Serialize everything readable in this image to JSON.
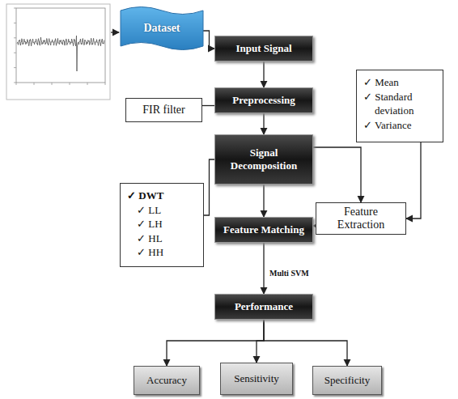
{
  "diagram": {
    "nodes": [
      {
        "text": [
          "Dataset"
        ]
      },
      {
        "text": [
          "Input Signal"
        ]
      },
      {
        "text": [
          "Preprocessing"
        ]
      },
      {
        "text": [
          "FIR filter"
        ]
      },
      {
        "text": [
          "✓ Mean",
          "✓ Standard deviation",
          "✓ Variance"
        ]
      },
      {
        "text": [
          "Signal Decomposition"
        ]
      },
      {
        "text": [
          "✓ DWT",
          "✓ LL",
          "✓ LH",
          "✓ HL",
          "✓ HH"
        ]
      },
      {
        "text": [
          "Feature Extraction"
        ]
      },
      {
        "text": [
          "Feature Matching"
        ]
      },
      {
        "text": [
          "Performance"
        ]
      },
      {
        "text": [
          "Accuracy"
        ]
      },
      {
        "text": [
          "Sensitivity"
        ]
      },
      {
        "text": [
          "Specificity"
        ]
      }
    ],
    "edges": [
      {
        "from": 0,
        "to": 1,
        "arrow": "to"
      },
      {
        "from": 1,
        "to": 2,
        "arrow": "to"
      },
      {
        "from": 3,
        "to": 2,
        "arrow": "none"
      },
      {
        "from": 2,
        "to": 5,
        "arrow": "to"
      },
      {
        "from": 6,
        "to": 5,
        "arrow": "none"
      },
      {
        "from": 5,
        "to": 7,
        "arrow": "to"
      },
      {
        "from": 5,
        "to": 8,
        "arrow": "to"
      },
      {
        "from": 7,
        "to": 8,
        "arrow": "to"
      },
      {
        "from": 4,
        "to": 7,
        "arrow": "to"
      },
      {
        "from": 8,
        "to": 9,
        "label": "Multi SVM",
        "arrow": "to"
      },
      {
        "from": 9,
        "to": 10,
        "arrow": "to"
      },
      {
        "from": 9,
        "to": 11,
        "arrow": "to"
      },
      {
        "from": 9,
        "to": 12,
        "arrow": "to"
      }
    ]
  }
}
